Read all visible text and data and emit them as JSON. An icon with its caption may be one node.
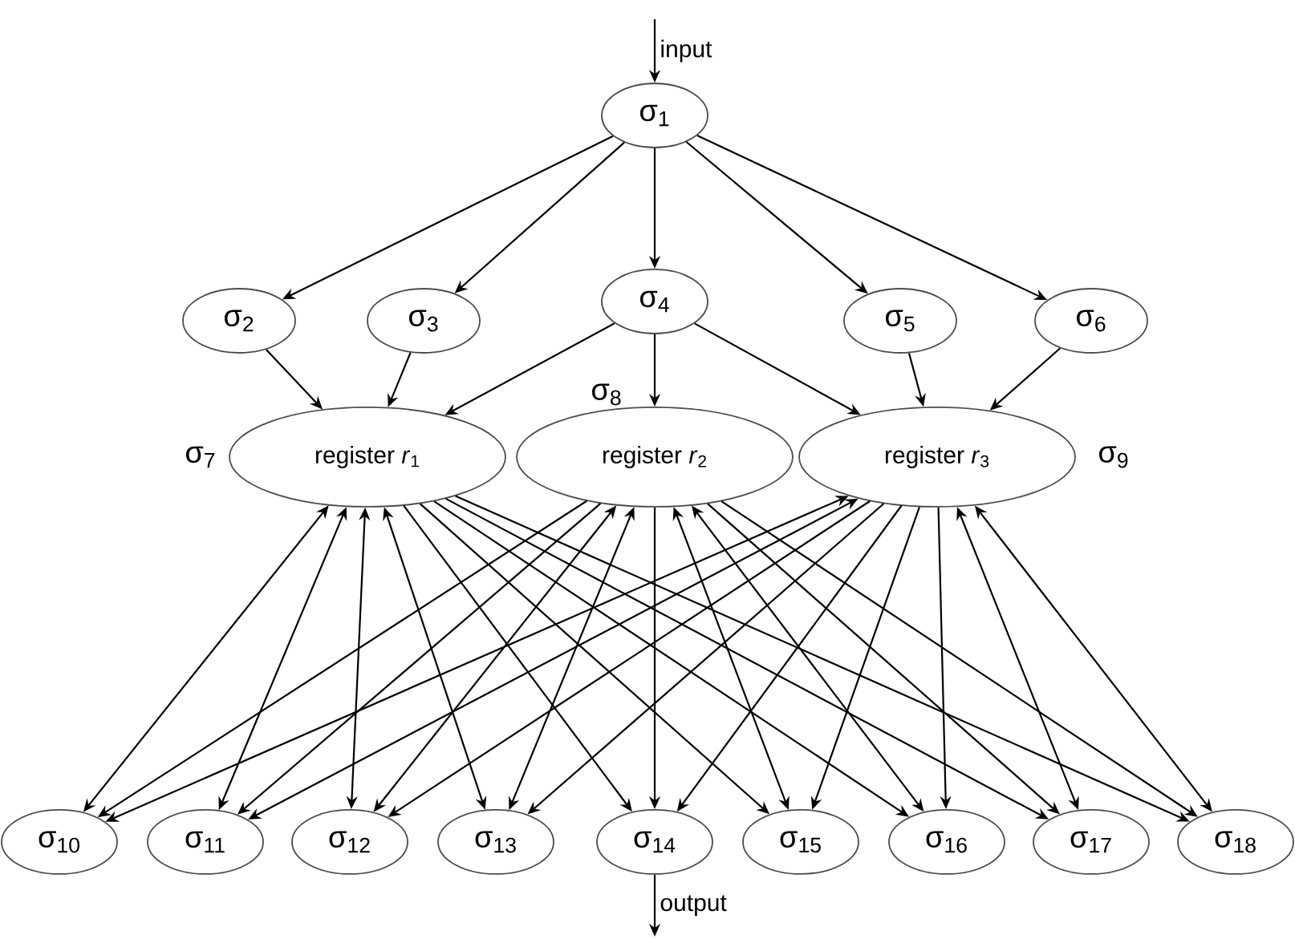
{
  "diagram": {
    "nodes": [
      {
        "text": [
          "σ$_{1}$"
        ]
      },
      {
        "text": [
          "σ$_{2}$"
        ]
      },
      {
        "text": [
          "σ$_{3}$"
        ]
      },
      {
        "text": [
          "σ$_{4}$"
        ]
      },
      {
        "text": [
          "σ$_{5}$"
        ]
      },
      {
        "text": [
          "σ$_{6}$"
        ]
      },
      {
        "text": [
          "register *r*$_{1}$"
        ],
        "beside": [
          "σ$_{7}$"
        ]
      },
      {
        "text": [
          "register *r*$_{2}$"
        ],
        "beside": [
          "σ$_{8}$"
        ]
      },
      {
        "text": [
          "register *r*$_{3}$"
        ],
        "beside": [
          "σ$_{9}$"
        ]
      },
      {
        "text": [
          "σ$_{10}$"
        ]
      },
      {
        "text": [
          "σ$_{11}$"
        ]
      },
      {
        "text": [
          "σ$_{12}$"
        ]
      },
      {
        "text": [
          "σ$_{13}$"
        ]
      },
      {
        "text": [
          "σ$_{14}$"
        ]
      },
      {
        "text": [
          "σ$_{15}$"
        ]
      },
      {
        "text": [
          "σ$_{16}$"
        ]
      },
      {
        "text": [
          "σ$_{17}$"
        ]
      },
      {
        "text": [
          "σ$_{18}$"
        ]
      }
    ],
    "edges": [
      {
        "from": null,
        "to": 0,
        "arrow": "to",
        "label": "input"
      },
      {
        "from": 0,
        "to": 1,
        "arrow": "to"
      },
      {
        "from": 0,
        "to": 2,
        "arrow": "to"
      },
      {
        "from": 0,
        "to": 3,
        "arrow": "to"
      },
      {
        "from": 0,
        "to": 4,
        "arrow": "to"
      },
      {
        "from": 0,
        "to": 5,
        "arrow": "to"
      },
      {
        "from": 1,
        "to": 6,
        "arrow": "to"
      },
      {
        "from": 2,
        "to": 6,
        "arrow": "to"
      },
      {
        "from": 3,
        "to": 6,
        "arrow": "to"
      },
      {
        "from": 3,
        "to": 7,
        "arrow": "to"
      },
      {
        "from": 3,
        "to": 8,
        "arrow": "to"
      },
      {
        "from": 4,
        "to": 8,
        "arrow": "to"
      },
      {
        "from": 5,
        "to": 8,
        "arrow": "to"
      },
      {
        "from": 6,
        "to": 9,
        "arrow": "both"
      },
      {
        "from": 6,
        "to": 10,
        "arrow": "both"
      },
      {
        "from": 6,
        "to": 11,
        "arrow": "both"
      },
      {
        "from": 6,
        "to": 12,
        "arrow": "both"
      },
      {
        "from": 6,
        "to": 13,
        "arrow": "to"
      },
      {
        "from": 6,
        "to": 14,
        "arrow": "to"
      },
      {
        "from": 6,
        "to": 15,
        "arrow": "to"
      },
      {
        "from": 6,
        "to": 16,
        "arrow": "to"
      },
      {
        "from": 6,
        "to": 17,
        "arrow": "to"
      },
      {
        "from": 7,
        "to": 9,
        "arrow": "to"
      },
      {
        "from": 7,
        "to": 10,
        "arrow": "to"
      },
      {
        "from": 7,
        "to": 11,
        "arrow": "both"
      },
      {
        "from": 7,
        "to": 12,
        "arrow": "both"
      },
      {
        "from": 7,
        "to": 13,
        "arrow": "to"
      },
      {
        "from": 7,
        "to": 14,
        "arrow": "both"
      },
      {
        "from": 7,
        "to": 15,
        "arrow": "both"
      },
      {
        "from": 7,
        "to": 16,
        "arrow": "to"
      },
      {
        "from": 7,
        "to": 17,
        "arrow": "to"
      },
      {
        "from": 8,
        "to": 9,
        "arrow": "both"
      },
      {
        "from": 8,
        "to": 10,
        "arrow": "both"
      },
      {
        "from": 8,
        "to": 11,
        "arrow": "to"
      },
      {
        "from": 8,
        "to": 12,
        "arrow": "to"
      },
      {
        "from": 8,
        "to": 13,
        "arrow": "to"
      },
      {
        "from": 8,
        "to": 14,
        "arrow": "to"
      },
      {
        "from": 8,
        "to": 15,
        "arrow": "to"
      },
      {
        "from": 8,
        "to": 16,
        "arrow": "both"
      },
      {
        "from": 8,
        "to": 17,
        "arrow": "both"
      },
      {
        "from": 13,
        "to": null,
        "arrow": "to",
        "label": "output"
      }
    ]
  }
}
